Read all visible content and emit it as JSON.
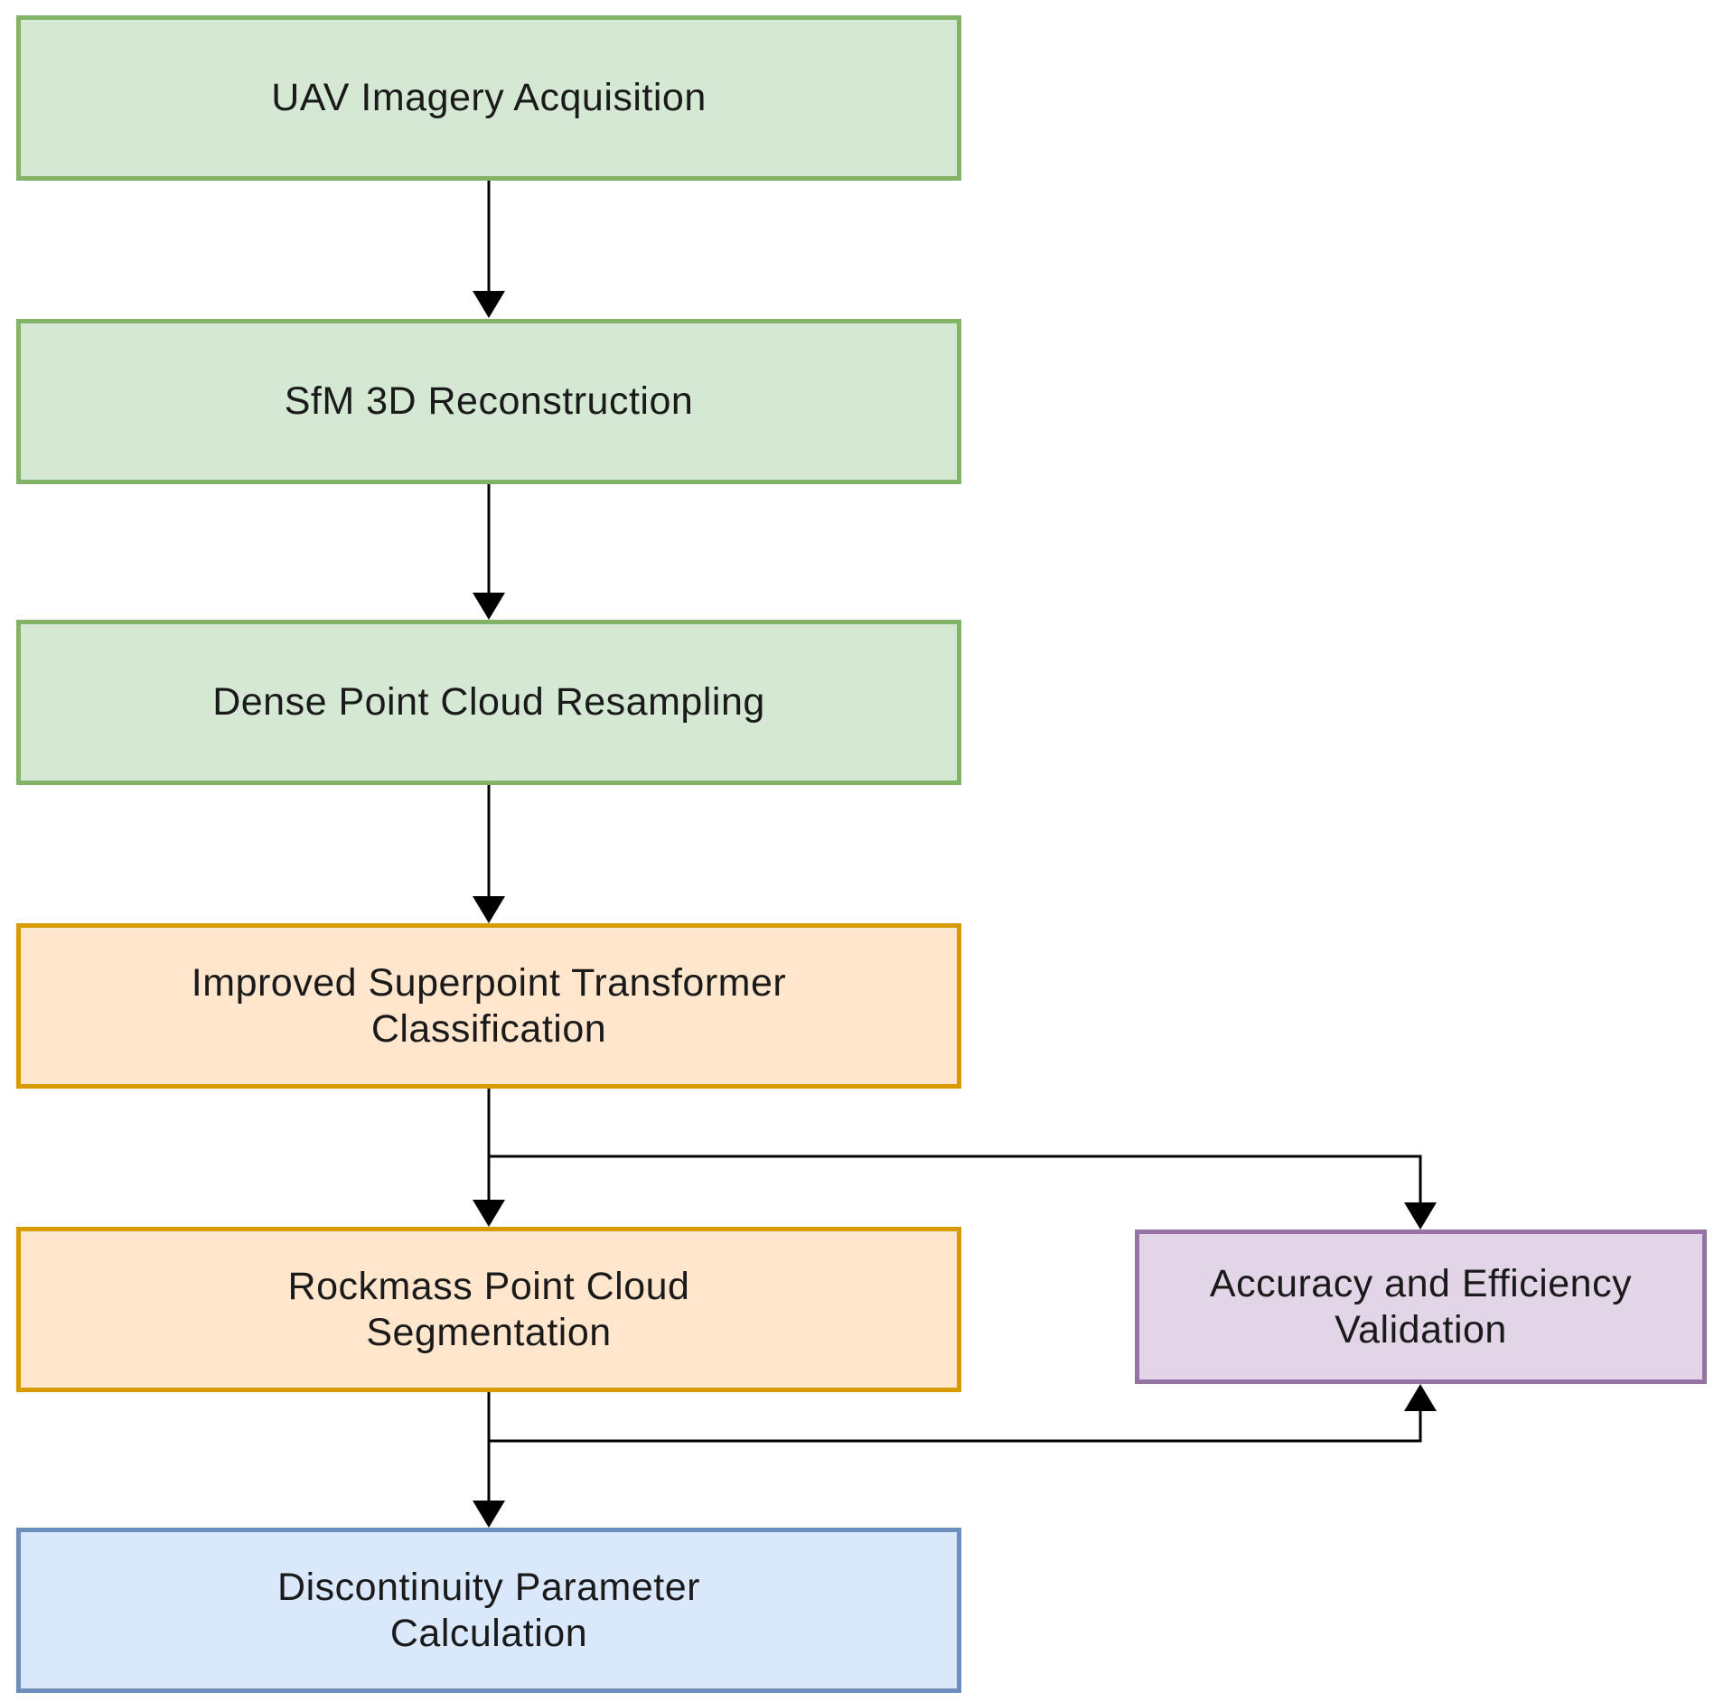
{
  "diagram": {
    "nodes": [
      {
        "id": "n1",
        "label": "UAV Imagery Acquisition",
        "color": "#d5e8d4",
        "border": "#82b366"
      },
      {
        "id": "n2",
        "label": "SfM 3D Reconstruction",
        "color": "#d5e8d4",
        "border": "#82b366"
      },
      {
        "id": "n3",
        "label": "Dense Point Cloud Resampling",
        "color": "#d5e8d4",
        "border": "#82b366"
      },
      {
        "id": "n4",
        "label": "Improved Superpoint Transformer\nClassification",
        "color": "#ffe6cc",
        "border": "#d79b00"
      },
      {
        "id": "n5",
        "label": "Rockmass Point Cloud\nSegmentation",
        "color": "#ffe6cc",
        "border": "#d79b00"
      },
      {
        "id": "n6",
        "label": "Accuracy and Efficiency\nValidation",
        "color": "#e1d5e7",
        "border": "#9673a6"
      },
      {
        "id": "n7",
        "label": "Discontinuity Parameter\nCalculation",
        "color": "#dae8fc",
        "border": "#6c8ebf"
      }
    ],
    "edges": [
      {
        "from": "n1",
        "to": "n2"
      },
      {
        "from": "n2",
        "to": "n3"
      },
      {
        "from": "n3",
        "to": "n4"
      },
      {
        "from": "n4",
        "to": "n5"
      },
      {
        "from": "n4",
        "to": "n6"
      },
      {
        "from": "n5",
        "to": "n7"
      },
      {
        "from": "n5",
        "to": "n6"
      }
    ],
    "edge_color": "#000000"
  }
}
